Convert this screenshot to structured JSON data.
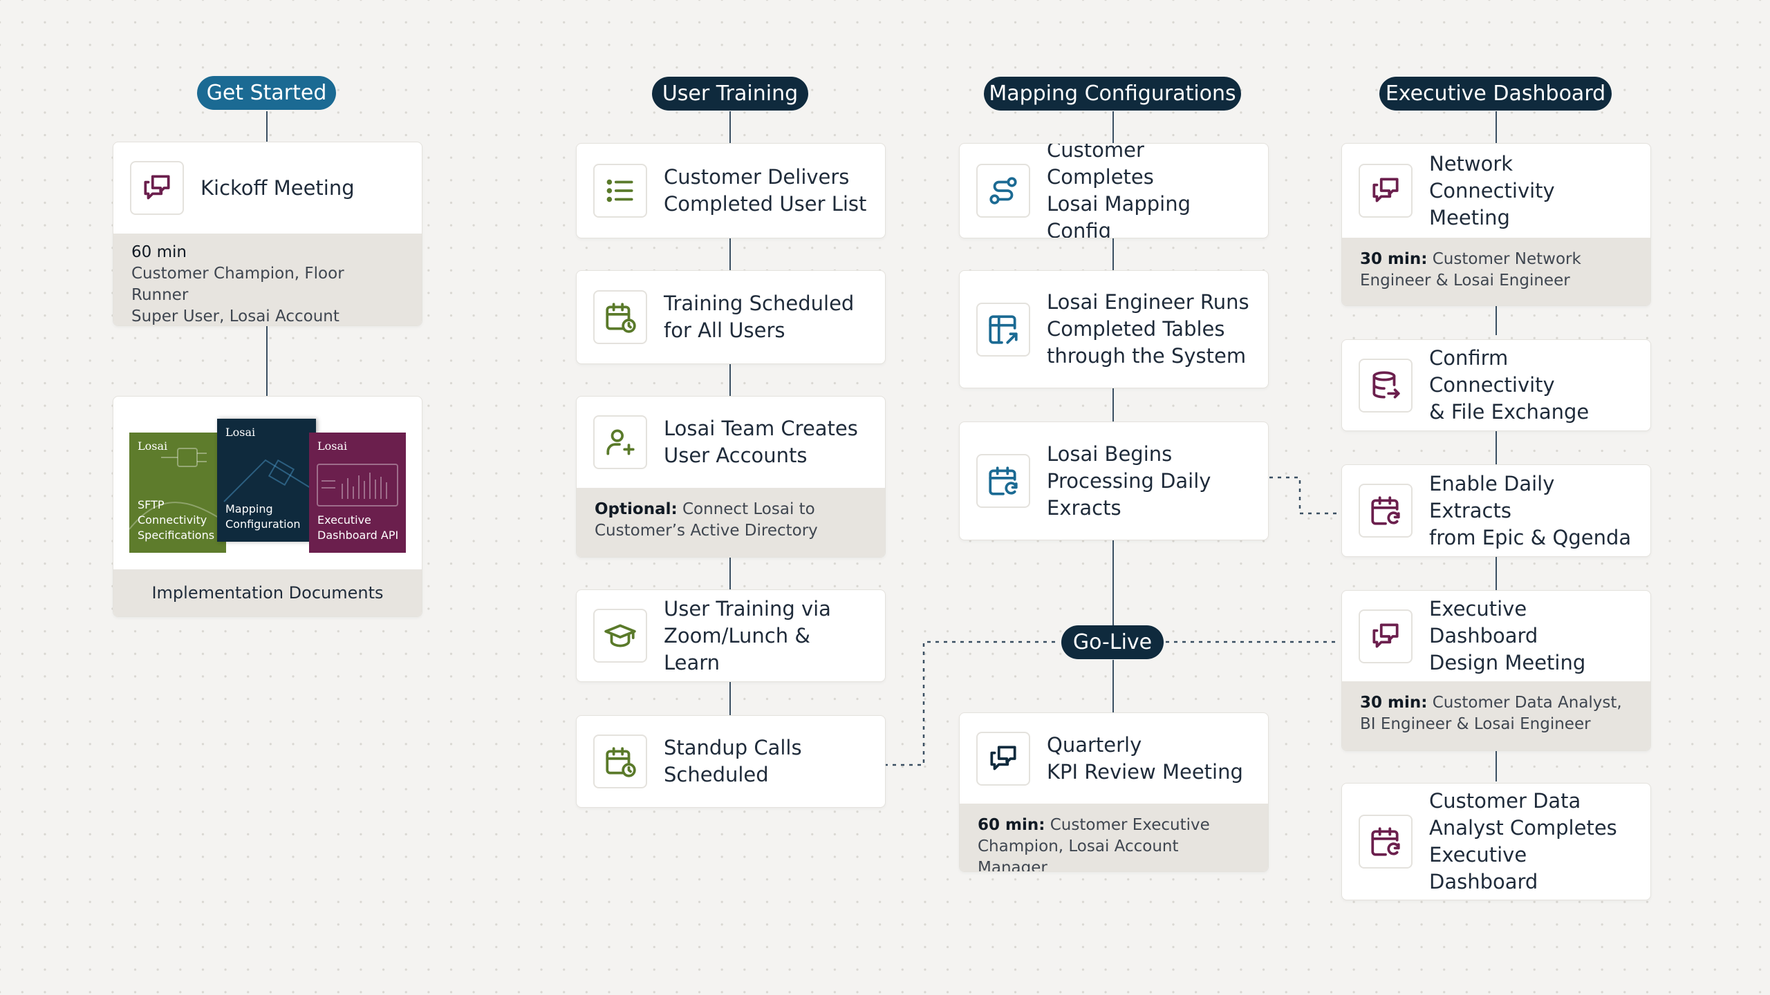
{
  "headers": {
    "get_started": "Get Started",
    "user_training": "User Training",
    "mapping": "Mapping Configurations",
    "executive": "Executive Dashboard",
    "go_live": "Go-Live"
  },
  "get_started": {
    "kickoff": {
      "title": "Kickoff Meeting",
      "duration": "60 min",
      "line1": "Customer Champion, Floor Runner",
      "line2": "Super User, Losai Account Manager"
    },
    "docs": {
      "caption": "Implementation Documents",
      "items": [
        {
          "brand": "Losai",
          "line1": "SFTP",
          "line2": "Connectivity",
          "line3": "Specifications"
        },
        {
          "brand": "Losai",
          "line1": "Mapping",
          "line2": "Configuration"
        },
        {
          "brand": "Losai",
          "line1": "Executive",
          "line2": "Dashboard API"
        }
      ]
    }
  },
  "user_training": {
    "c1": {
      "l1": "Customer Delivers",
      "l2": "Completed User List"
    },
    "c2": {
      "l1": "Training Scheduled",
      "l2": "for All Users"
    },
    "c3": {
      "l1": "Losai Team Creates",
      "l2": "User Accounts",
      "note_bold": "Optional:",
      "note_rest": " Connect Losai to",
      "note_l2": "Customer’s Active Directory"
    },
    "c4": {
      "l1": "User Training via",
      "l2": "Zoom/Lunch & Learn"
    },
    "c5": {
      "l1": "Standup Calls",
      "l2": "Scheduled"
    }
  },
  "mapping": {
    "c1": {
      "l1": "Customer Completes",
      "l2": "Losai Mapping Config"
    },
    "c2": {
      "l1": "Losai Engineer Runs",
      "l2": "Completed Tables",
      "l3": "through the System"
    },
    "c3": {
      "l1": "Losai Begins",
      "l2": "Processing Daily",
      "l3": "Exracts"
    },
    "c4": {
      "l1": "Quarterly",
      "l2": "KPI Review Meeting",
      "note_bold": "60 min:",
      "note_rest": " Customer Executive",
      "note_l2": "Champion, Losai Account Manager"
    }
  },
  "executive": {
    "c1": {
      "l1": "Network",
      "l2": "Connectivity Meeting",
      "note_bold": "30 min:",
      "note_rest": " Customer Network",
      "note_l2": "Engineer & Losai Engineer"
    },
    "c2": {
      "l1": "Confirm Connectivity",
      "l2": "& File Exchange"
    },
    "c3": {
      "l1": "Enable Daily Extracts",
      "l2": "from Epic & Qgenda"
    },
    "c4": {
      "l1": "Executive Dashboard",
      "l2": "Design Meeting",
      "note_bold": "30 min:",
      "note_rest": " Customer Data Analyst,",
      "note_l2": "BI Engineer & Losai Engineer"
    },
    "c5": {
      "l1": "Customer Data",
      "l2": "Analyst Completes",
      "l3": "Executive Dashboard"
    }
  },
  "colors": {
    "green": "#5a7a2a",
    "blue": "#1b6a93",
    "purple": "#6b1f4d",
    "navy": "#0f2a3d",
    "doc_green": "#5e7c2c",
    "doc_navy": "#0f2a3d",
    "doc_purple": "#6b1f4d"
  },
  "icons": {
    "kickoff": "chat-bubbles-icon",
    "user_list": "list-icon",
    "calendar_clock": "calendar-clock-icon",
    "user_add": "user-plus-icon",
    "graduation": "graduation-cap-icon",
    "route": "route-icon",
    "table_export": "table-arrow-icon",
    "calendar_refresh": "calendar-refresh-icon",
    "database_arrow": "database-arrow-icon"
  }
}
